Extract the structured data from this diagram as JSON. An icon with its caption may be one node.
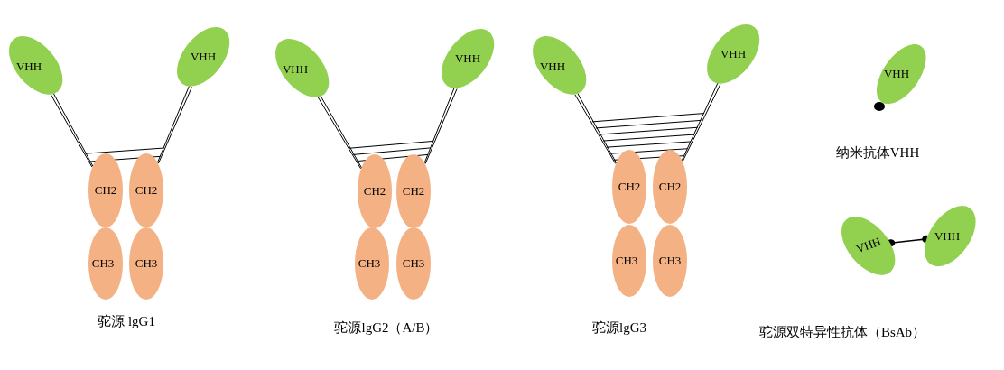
{
  "diagram": {
    "nodes": [
      {
        "text": [
          "VHH"
        ]
      },
      {
        "text": [
          "VHH"
        ]
      },
      {
        "text": [
          "CH2"
        ]
      },
      {
        "text": [
          "CH2"
        ]
      },
      {
        "text": [
          "CH3"
        ]
      },
      {
        "text": [
          "CH3"
        ]
      },
      {
        "text": [
          "VHH"
        ]
      },
      {
        "text": [
          "VHH"
        ]
      },
      {
        "text": [
          "CH2"
        ]
      },
      {
        "text": [
          "CH2"
        ]
      },
      {
        "text": [
          "CH3"
        ]
      },
      {
        "text": [
          "CH3"
        ]
      },
      {
        "text": [
          "VHH"
        ]
      },
      {
        "text": [
          "VHH"
        ]
      },
      {
        "text": [
          "CH2"
        ]
      },
      {
        "text": [
          "CH2"
        ]
      },
      {
        "text": [
          "CH3"
        ]
      },
      {
        "text": [
          "CH3"
        ]
      },
      {
        "text": [
          "VHH"
        ]
      },
      {
        "text": [
          "VHH"
        ]
      },
      {
        "text": [
          "VHH"
        ]
      }
    ],
    "edges": [
      {
        "from": 0,
        "to": 2,
        "arrow": "none"
      },
      {
        "from": 1,
        "to": 3,
        "arrow": "none"
      },
      {
        "from": 6,
        "to": 8,
        "arrow": "none"
      },
      {
        "from": 7,
        "to": 9,
        "arrow": "none"
      },
      {
        "from": 12,
        "to": 14,
        "arrow": "none"
      },
      {
        "from": 13,
        "to": 15,
        "arrow": "none"
      },
      {
        "from": 19,
        "to": 20,
        "arrow": "other"
      }
    ],
    "labels": [
      "驼源 lgG1",
      "驼源lgG2（A/B）",
      "驼源lgG3",
      "纳米抗体VHH",
      "驼源双特异性抗体（BsAb）"
    ]
  }
}
